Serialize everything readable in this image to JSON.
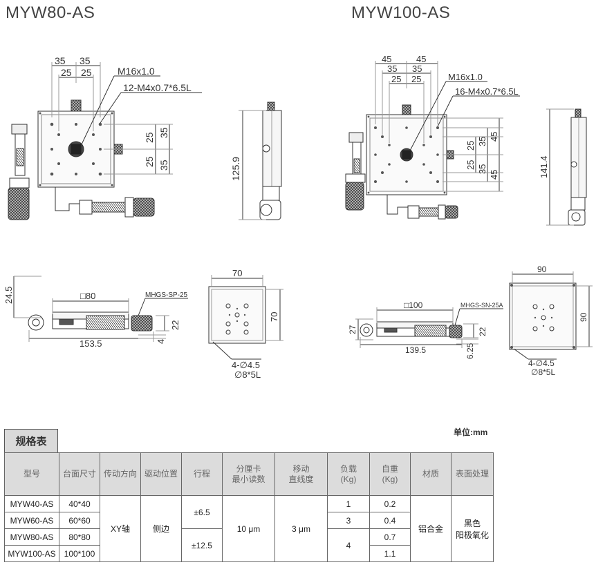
{
  "models": {
    "left_title": "MYW80-AS",
    "right_title": "MYW100-AS"
  },
  "drawing_left": {
    "dim_35a": "35",
    "dim_35b": "35",
    "dim_25a": "25",
    "dim_25b": "25",
    "thread": "M16x1.0",
    "holes": "12-M4x0.7*6.5L",
    "dim_v25a": "25",
    "dim_v25b": "25",
    "dim_v35a": "35",
    "dim_v35b": "35",
    "side_height": "125.9",
    "front_height": "24.5",
    "front_square": "□80",
    "front_micrometer": "MHGS-SP-25",
    "front_22": "22",
    "front_4": "4",
    "front_153": "153.5",
    "bottom_70w": "70",
    "bottom_70h": "70",
    "bottom_holes1": "4-∅4.5",
    "bottom_holes2": "∅8*5L"
  },
  "drawing_right": {
    "dim_45a": "45",
    "dim_45b": "45",
    "dim_35a": "35",
    "dim_35b": "35",
    "dim_25a": "25",
    "dim_25b": "25",
    "thread": "M16x1.0",
    "holes": "16-M4x0.7*6.5L",
    "dim_v25a": "25",
    "dim_v25b": "25",
    "dim_v35a": "35",
    "dim_v35b": "35",
    "dim_v45a": "45",
    "dim_v45b": "45",
    "side_height": "141.4",
    "front_height": "27",
    "front_square": "□100",
    "front_micrometer": "MHGS-SN-25A",
    "front_22": "22",
    "front_625": "6.25",
    "front_139": "139.5",
    "bottom_90w": "90",
    "bottom_90h": "90",
    "bottom_holes1": "4-∅4.5",
    "bottom_holes2": "∅8*5L"
  },
  "spec": {
    "tab": "规格表",
    "unit": "单位:mm",
    "headers": {
      "model": "型号",
      "size": "台面尺寸",
      "drive_dir": "传动方向",
      "drive_pos": "驱动位置",
      "travel": "行程",
      "reading_1": "分厘卡",
      "reading_2": "最小读数",
      "straight_1": "移动",
      "straight_2": "直线度",
      "load_1": "负载",
      "load_2": "(Kg)",
      "weight_1": "自重",
      "weight_2": "(Kg)",
      "material": "材质",
      "surface": "表面处理"
    },
    "rows": [
      {
        "model": "MYW40-AS",
        "size": "40*40",
        "weight": "0.2"
      },
      {
        "model": "MYW60-AS",
        "size": "60*60",
        "weight": "0.4"
      },
      {
        "model": "MYW80-AS",
        "size": "80*80",
        "weight": "0.7"
      },
      {
        "model": "MYW100-AS",
        "size": "100*100",
        "weight": "1.1"
      }
    ],
    "merged": {
      "drive_dir": "XY轴",
      "drive_pos": "侧边",
      "travel_a": "±6.5",
      "travel_b": "±12.5",
      "reading": "10 μm",
      "straight": "3 μm",
      "load_a": "1",
      "load_b": "3",
      "load_c": "4",
      "material": "铝合金",
      "surface_1": "黑色",
      "surface_2": "阳极氧化"
    }
  }
}
